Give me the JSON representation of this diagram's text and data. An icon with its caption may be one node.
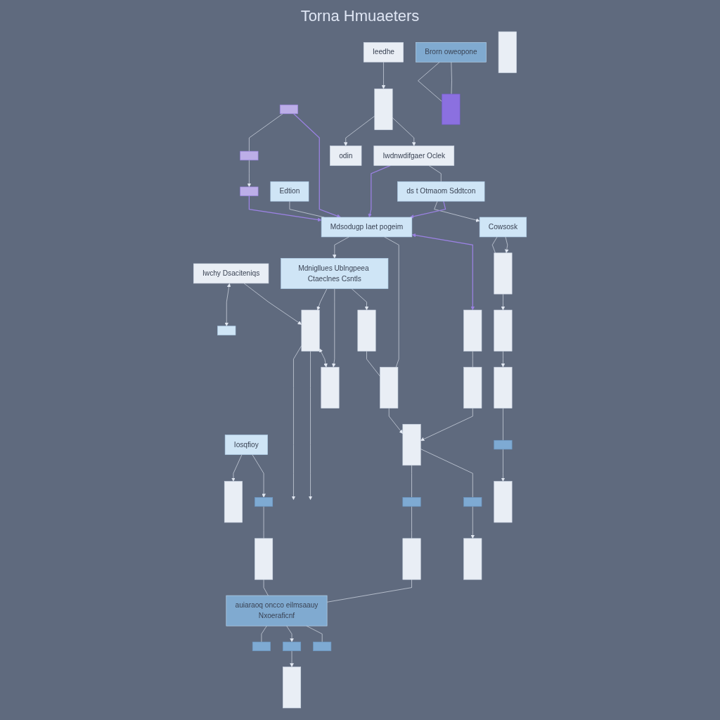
{
  "diagram": {
    "title": "Torna Hmuaeters",
    "nodes": [
      {
        "text": [
          "Iwchy Dsaciteniqs"
        ]
      },
      {
        "text": [],
        "shape": "box"
      },
      {
        "text": [],
        "shape": "box"
      },
      {
        "text": [],
        "shape": "box"
      },
      {
        "text": [],
        "shape": "box"
      },
      {
        "text": [
          "Ieedhe"
        ]
      },
      {
        "text": [],
        "shape": "box"
      },
      {
        "text": [
          "odin"
        ]
      },
      {
        "text": [
          "Edtion"
        ]
      },
      {
        "text": [
          "Mdsodugp Iaet pogeim"
        ]
      },
      {
        "text": [
          "Iwdnwdifgaer Oclek"
        ]
      },
      {
        "text": [],
        "shape": "box"
      },
      {
        "text": [
          "Mdnigllues Ublngpeea Ctaeclnes Csntls"
        ]
      },
      {
        "text": [
          "ds t Otmaom Sddtcon"
        ]
      },
      {
        "text": [
          "Cowsosk"
        ]
      },
      {
        "text": [],
        "shape": "box"
      },
      {
        "text": [],
        "shape": "box"
      },
      {
        "text": [],
        "shape": "box"
      },
      {
        "text": [],
        "shape": "box"
      },
      {
        "text": [],
        "shape": "box"
      },
      {
        "text": [],
        "shape": "box"
      },
      {
        "text": [],
        "shape": "box"
      },
      {
        "text": [
          "Iosqfioy"
        ]
      },
      {
        "text": [],
        "shape": "box"
      },
      {
        "text": [],
        "shape": "box"
      },
      {
        "text": [],
        "shape": "box"
      },
      {
        "text": [],
        "shape": "box"
      },
      {
        "text": [],
        "shape": "box"
      },
      {
        "text": [],
        "shape": "box"
      },
      {
        "text": [],
        "shape": "box"
      },
      {
        "text": [],
        "shape": "box"
      },
      {
        "text": [],
        "shape": "box"
      },
      {
        "text": [],
        "shape": "box"
      },
      {
        "text": [],
        "shape": "box"
      },
      {
        "text": [
          "auiaraoq oncco eilmsaauy",
          "Nxoeraficnf"
        ]
      },
      {
        "text": [
          "Brorn oweopone"
        ]
      },
      {
        "text": [],
        "shape": "box"
      },
      {
        "text": [],
        "shape": "box"
      },
      {
        "text": [],
        "shape": "box"
      },
      {
        "text": [],
        "shape": "box"
      },
      {
        "text": [],
        "shape": "box"
      },
      {
        "text": [],
        "shape": "box"
      }
    ],
    "edges": [
      {
        "from": 0,
        "to": 1,
        "arrow": "both"
      },
      {
        "from": 11,
        "to": null,
        "arrow": "to"
      },
      {
        "from": 11,
        "to": null,
        "arrow": "to"
      },
      {
        "from": 2,
        "to": 3,
        "arrow": "none"
      },
      {
        "from": 3,
        "to": 4,
        "arrow": "to"
      },
      {
        "from": 2,
        "to": 9,
        "arrow": "to",
        "color": "#9b82e3"
      },
      {
        "from": 4,
        "to": 9,
        "arrow": "to",
        "color": "#9b82e3"
      },
      {
        "from": 5,
        "to": 6,
        "arrow": "to"
      },
      {
        "from": 6,
        "to": 7,
        "arrow": "to"
      },
      {
        "from": 6,
        "to": 10,
        "arrow": "to"
      },
      {
        "from": 8,
        "to": 9,
        "arrow": "none"
      },
      {
        "from": 10,
        "to": 9,
        "arrow": "to",
        "color": "#9b82e3"
      },
      {
        "from": 0,
        "to": 11,
        "arrow": "to"
      },
      {
        "from": 12,
        "to": 11,
        "arrow": "to"
      },
      {
        "from": 9,
        "to": 12,
        "arrow": "to"
      },
      {
        "from": 9,
        "to": 19,
        "arrow": "none"
      },
      {
        "from": 12,
        "to": 15,
        "arrow": "to"
      },
      {
        "from": 12,
        "to": 16,
        "arrow": "to"
      },
      {
        "from": 11,
        "to": 15,
        "arrow": "both"
      },
      {
        "from": 16,
        "to": 19,
        "arrow": "none"
      },
      {
        "from": 10,
        "to": 13,
        "arrow": "none"
      },
      {
        "from": 13,
        "to": 14,
        "arrow": "to"
      },
      {
        "from": 13,
        "to": 9,
        "arrow": "to",
        "color": "#9b82e3"
      },
      {
        "from": 9,
        "to": 17,
        "arrow": "both",
        "color": "#9b82e3"
      },
      {
        "from": 14,
        "to": 18,
        "arrow": "none"
      },
      {
        "from": 14,
        "to": 18,
        "arrow": "to"
      },
      {
        "from": 17,
        "to": 20,
        "arrow": "none"
      },
      {
        "from": 18,
        "to": 21,
        "arrow": "to"
      },
      {
        "from": 19,
        "to": 24,
        "arrow": "to"
      },
      {
        "from": 20,
        "to": 24,
        "arrow": "to"
      },
      {
        "from": 21,
        "to": 25,
        "arrow": "to"
      },
      {
        "from": 22,
        "to": 23,
        "arrow": "to"
      },
      {
        "from": 22,
        "to": 26,
        "arrow": "to"
      },
      {
        "from": 26,
        "to": 30,
        "arrow": "none"
      },
      {
        "from": 24,
        "to": 27,
        "arrow": "none"
      },
      {
        "from": 27,
        "to": 31,
        "arrow": "none"
      },
      {
        "from": 24,
        "to": 28,
        "arrow": "none"
      },
      {
        "from": 28,
        "to": 32,
        "arrow": "to"
      },
      {
        "from": 25,
        "to": 29,
        "arrow": "none"
      },
      {
        "from": 29,
        "to": 33,
        "arrow": "to"
      },
      {
        "from": 30,
        "to": 34,
        "arrow": "none"
      },
      {
        "from": 31,
        "to": 34,
        "arrow": "none"
      },
      {
        "from": 34,
        "to": 36,
        "arrow": "none"
      },
      {
        "from": 34,
        "to": 37,
        "arrow": "to"
      },
      {
        "from": 34,
        "to": 38,
        "arrow": "none"
      },
      {
        "from": 35,
        "to": 39,
        "arrow": "none"
      },
      {
        "from": 35,
        "to": 39,
        "arrow": "none"
      },
      {
        "from": 37,
        "to": 40,
        "arrow": "to"
      }
    ]
  }
}
